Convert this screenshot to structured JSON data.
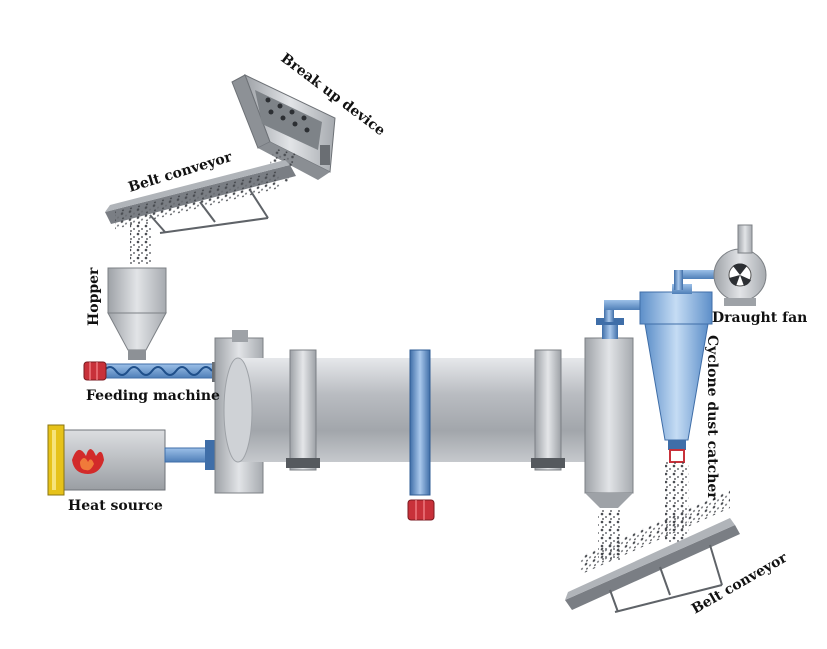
{
  "labels": {
    "break_up_device": "Break up device",
    "belt_conveyor_top": "Belt conveyor",
    "hopper": "Hopper",
    "feeding_machine": "Feeding machine",
    "heat_source": "Heat source",
    "draught_fan": "Draught fan",
    "cyclone_dust_catcher": "Cyclone dust catcher",
    "belt_conveyor_bottom": "Belt conveyor"
  },
  "colors": {
    "drum": "#b9bcc1",
    "steel": "#c9ccd1",
    "pipe": "#7fa6cf",
    "pipe_dark": "#3f6ea8",
    "motor_red": "#c8313a",
    "heat_yellow": "#e6c21a",
    "flame": "#d22a2a",
    "cyclone": "#8db4e0",
    "conveyor": "#7a7e84",
    "particles": "#4a4d52"
  }
}
